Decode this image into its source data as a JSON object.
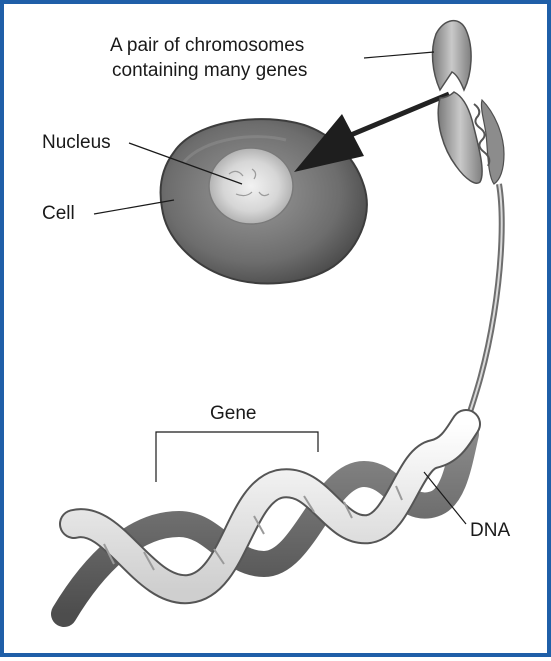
{
  "labels": {
    "chromosome_line1": "A pair of chromosomes",
    "chromosome_line2": "containing many genes",
    "nucleus": "Nucleus",
    "cell": "Cell",
    "gene": "Gene",
    "dna": "DNA"
  },
  "icons": [
    "cell-icon",
    "nucleus-icon",
    "chromosome-icon",
    "dna-helix-icon",
    "pointer-arrow-icon"
  ],
  "colors": {
    "frame": "#1f5fa8"
  }
}
